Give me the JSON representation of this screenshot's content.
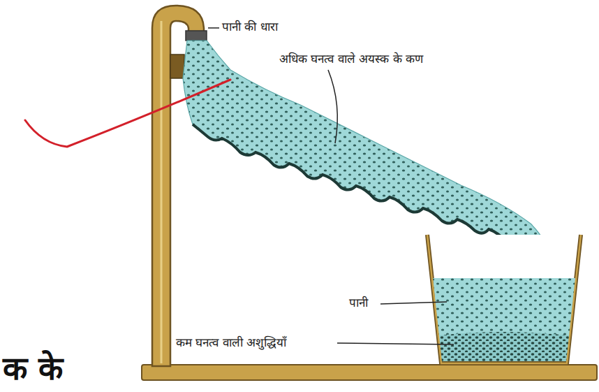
{
  "diagram": {
    "labels": [
      "पानी की धारा",
      "अधिक घनत्व वाले अयस्क के कण",
      "पानी",
      "कम घनत्व वाली अशुद्धियाँ",
      "क के"
    ]
  }
}
